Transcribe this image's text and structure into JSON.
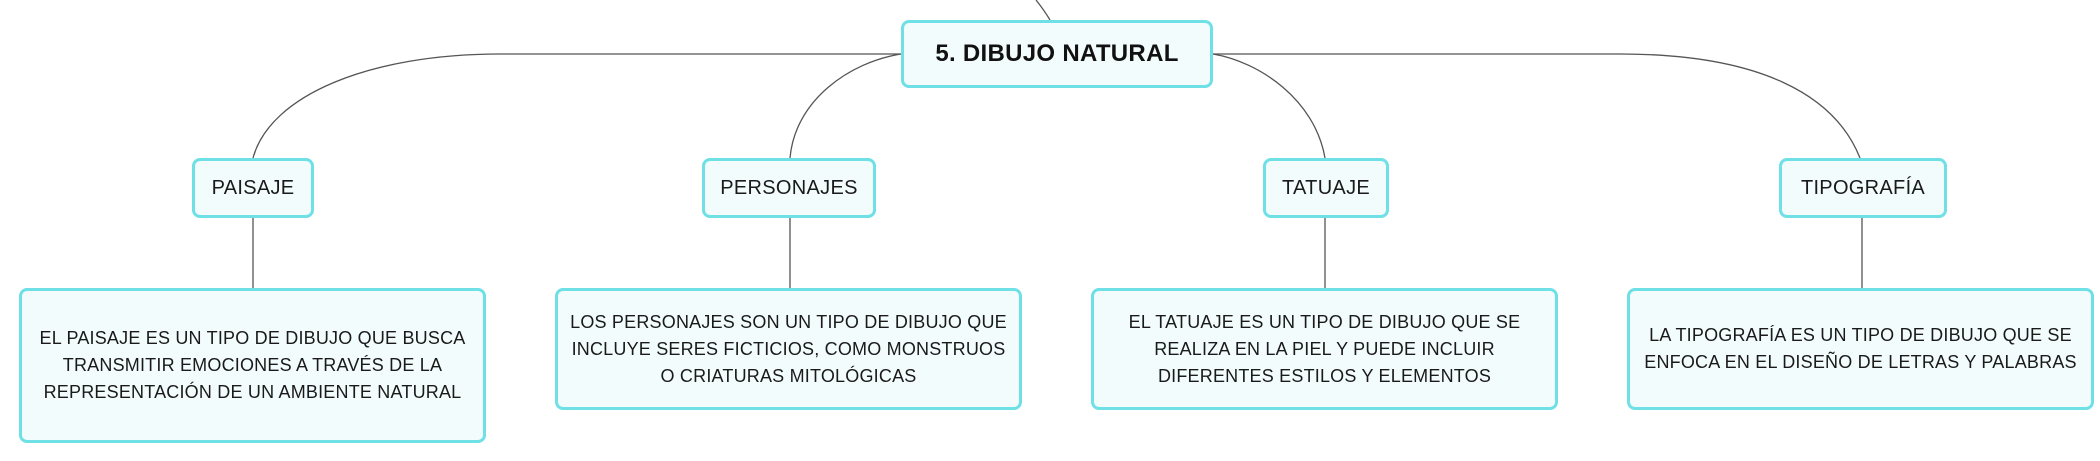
{
  "diagram": {
    "root": {
      "label": "5. DIBUJO NATURAL"
    },
    "branches": [
      {
        "label": "PAISAJE",
        "description": "EL PAISAJE ES UN TIPO DE DIBUJO QUE BUSCA TRANSMITIR EMOCIONES A TRAVÉS DE LA REPRESENTACIÓN DE UN AMBIENTE NATURAL"
      },
      {
        "label": "PERSONAJES",
        "description": "LOS PERSONAJES SON UN TIPO DE DIBUJO QUE INCLUYE SERES FICTICIOS, COMO MONSTRUOS O CRIATURAS MITOLÓGICAS"
      },
      {
        "label": "TATUAJE",
        "description": "EL TATUAJE ES UN TIPO DE DIBUJO QUE SE REALIZA EN LA PIEL Y PUEDE INCLUIR DIFERENTES ESTILOS Y ELEMENTOS"
      },
      {
        "label": "TIPOGRAFÍA",
        "description": "LA TIPOGRAFÍA ES UN TIPO DE DIBUJO QUE SE ENFOCA EN EL DISEÑO DE LETRAS Y PALABRAS"
      }
    ]
  },
  "colors": {
    "node_border": "#6fe0e6",
    "node_fill": "#f3fcfd",
    "connector": "#555555"
  }
}
